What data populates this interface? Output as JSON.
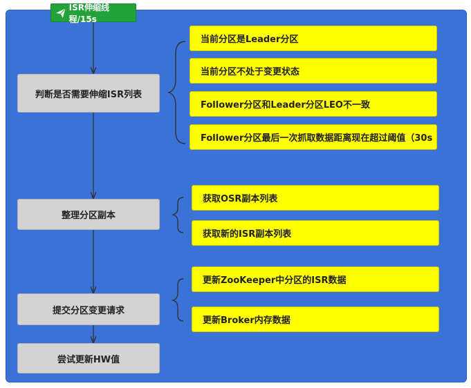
{
  "trigger": {
    "label": "ISR伸缩线程/15s",
    "icon": "paper-plane-icon"
  },
  "steps": [
    {
      "label": "判断是否需要伸缩ISR列表",
      "details": [
        "当前分区是Leader分区",
        "当前分区不处于变更状态",
        "Follower分区和Leader分区LEO不一致",
        "Follower分区最后一次抓取数据距离现在超过阈值（30s"
      ]
    },
    {
      "label": "整理分区副本",
      "details": [
        "获取OSR副本列表",
        "获取新的ISR副本列表"
      ]
    },
    {
      "label": "提交分区变更请求",
      "details": [
        "更新ZooKeeper中分区的ISR数据",
        "更新Broker内存数据"
      ]
    },
    {
      "label": "尝试更新HW值",
      "details": []
    }
  ],
  "colors": {
    "panel": "#3a72d8",
    "trigger": "#21a339",
    "step": "#d3d3d3",
    "note": "#ffff00",
    "connector": "#333333"
  }
}
